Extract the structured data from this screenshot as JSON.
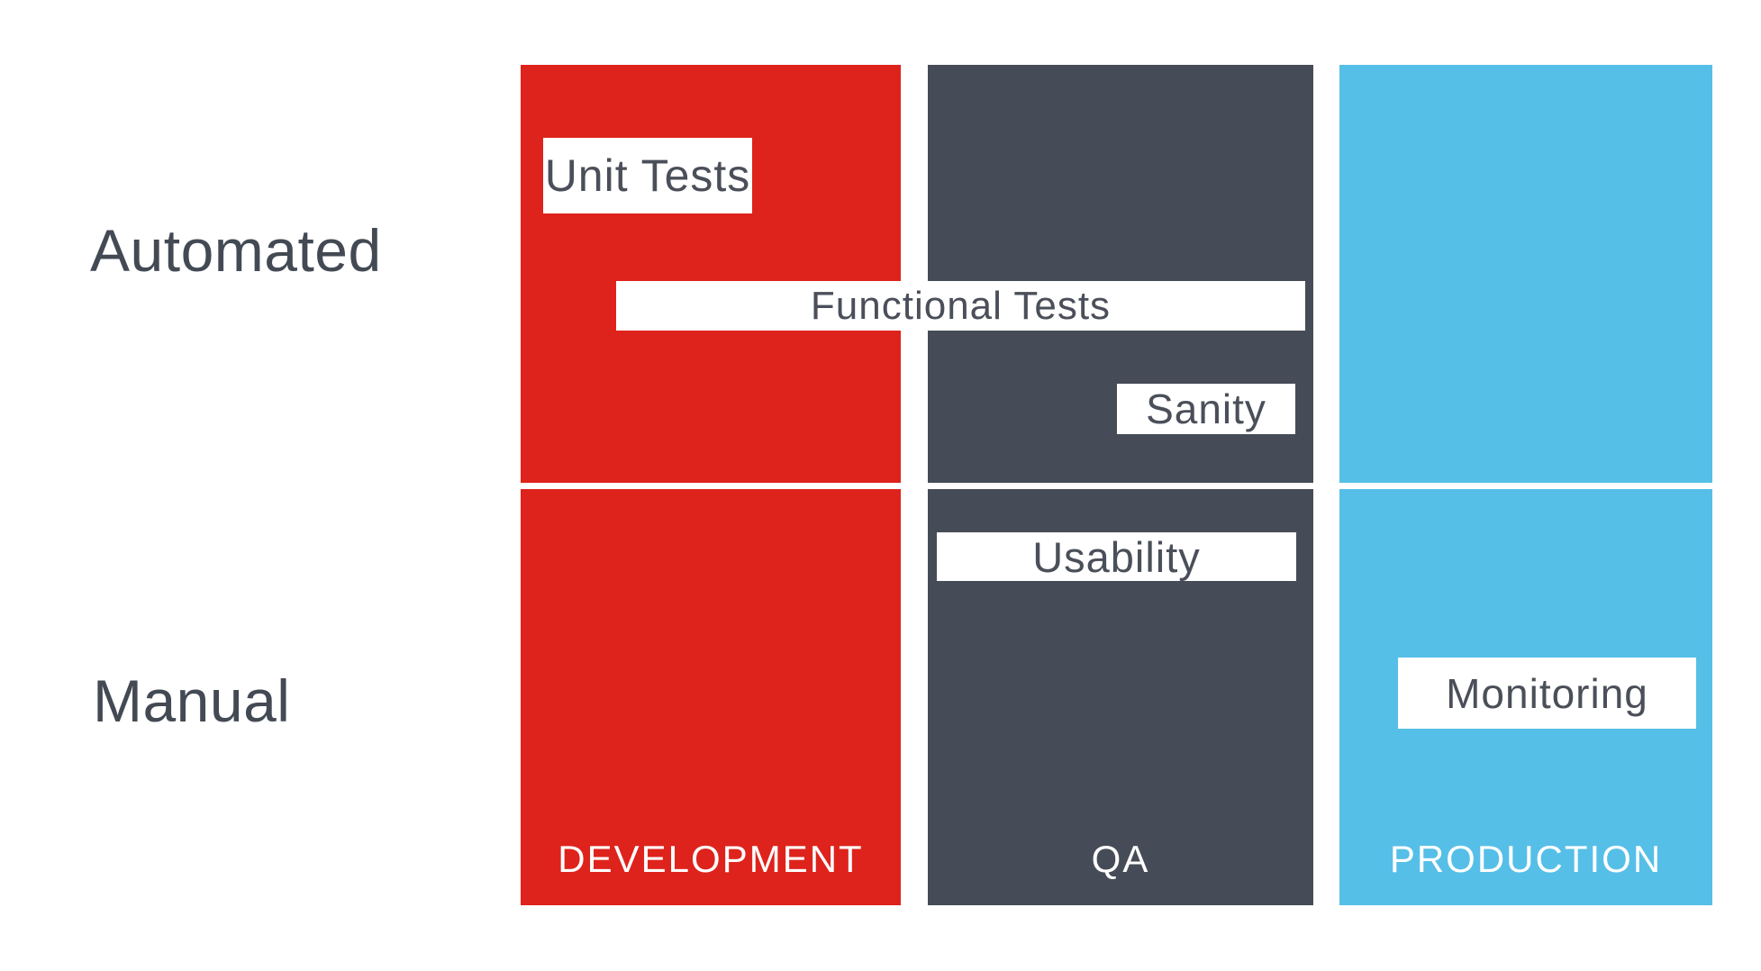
{
  "diagram": {
    "rows": [
      {
        "id": "automated",
        "label": "Automated"
      },
      {
        "id": "manual",
        "label": "Manual"
      }
    ],
    "columns": [
      {
        "id": "development",
        "label": "DEVELOPMENT",
        "color": "#DE231C"
      },
      {
        "id": "qa",
        "label": "QA",
        "color": "#464C57"
      },
      {
        "id": "production",
        "label": "PRODUCTION",
        "color": "#56BFE7"
      }
    ],
    "test_labels": [
      {
        "id": "unit-tests",
        "label": "Unit Tests",
        "column": "development",
        "row": "automated"
      },
      {
        "id": "functional-tests",
        "label": "Functional Tests",
        "column": "development+qa",
        "row": "automated"
      },
      {
        "id": "sanity",
        "label": "Sanity",
        "column": "qa",
        "row": "automated"
      },
      {
        "id": "usability",
        "label": "Usability",
        "column": "qa",
        "row": "manual"
      },
      {
        "id": "monitoring",
        "label": "Monitoring",
        "column": "production",
        "row": "manual"
      }
    ],
    "colors": {
      "background": "#FFFFFF",
      "row_label_text": "#434A54",
      "tag_background": "#FFFFFF",
      "tag_text": "#4A4F59",
      "column_title_text": "#FFFFFF"
    }
  }
}
